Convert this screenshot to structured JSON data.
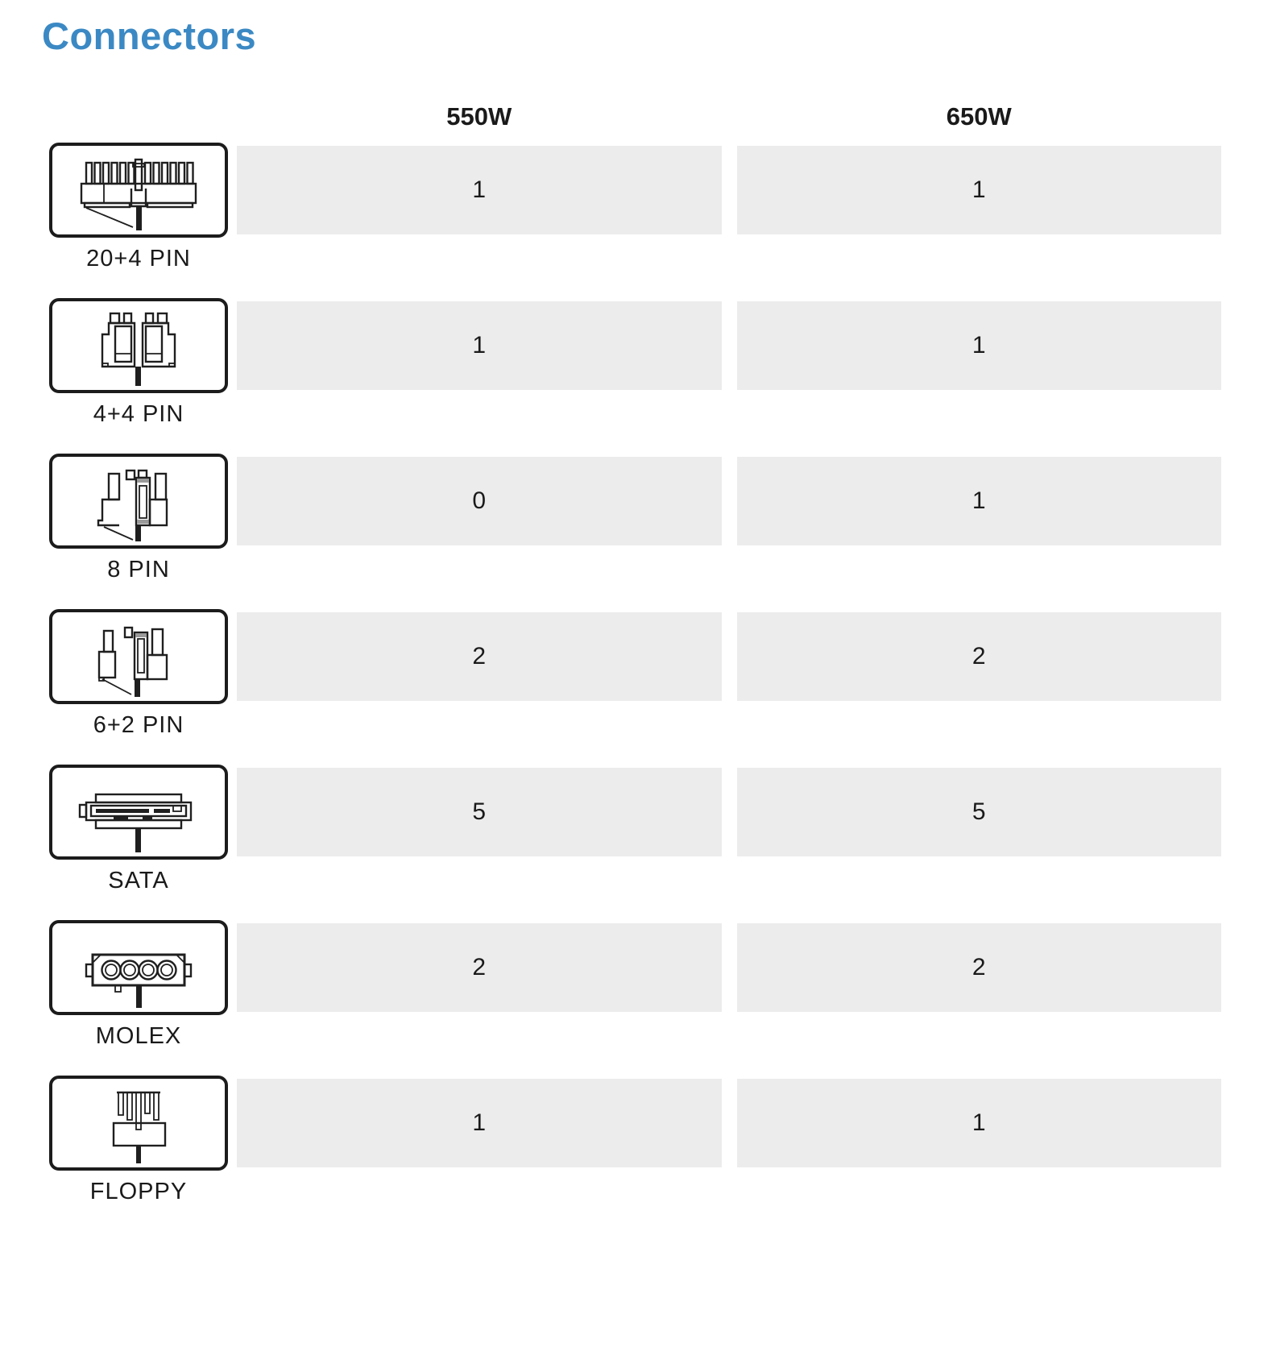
{
  "page": {
    "title": "Connectors"
  },
  "table": {
    "columns": [
      "550W",
      "650W"
    ],
    "rows": [
      {
        "icon": "atx-20-4-pin-connector-icon",
        "label": "20+4 PIN",
        "values": [
          "1",
          "1"
        ]
      },
      {
        "icon": "cpu-4-4-pin-connector-icon",
        "label": "4+4 PIN",
        "values": [
          "1",
          "1"
        ]
      },
      {
        "icon": "eps-8-pin-connector-icon",
        "label": "8 PIN",
        "values": [
          "0",
          "1"
        ]
      },
      {
        "icon": "pcie-6-2-pin-connector-icon",
        "label": "6+2 PIN",
        "values": [
          "2",
          "2"
        ]
      },
      {
        "icon": "sata-connector-icon",
        "label": "SATA",
        "values": [
          "5",
          "5"
        ]
      },
      {
        "icon": "molex-connector-icon",
        "label": "MOLEX",
        "values": [
          "2",
          "2"
        ]
      },
      {
        "icon": "floppy-connector-icon",
        "label": "FLOPPY",
        "values": [
          "1",
          "1"
        ]
      }
    ]
  },
  "colors": {
    "heading_blue": "#3b89c4",
    "cell_gray": "#ececec",
    "line_black": "#1f1f1f"
  }
}
